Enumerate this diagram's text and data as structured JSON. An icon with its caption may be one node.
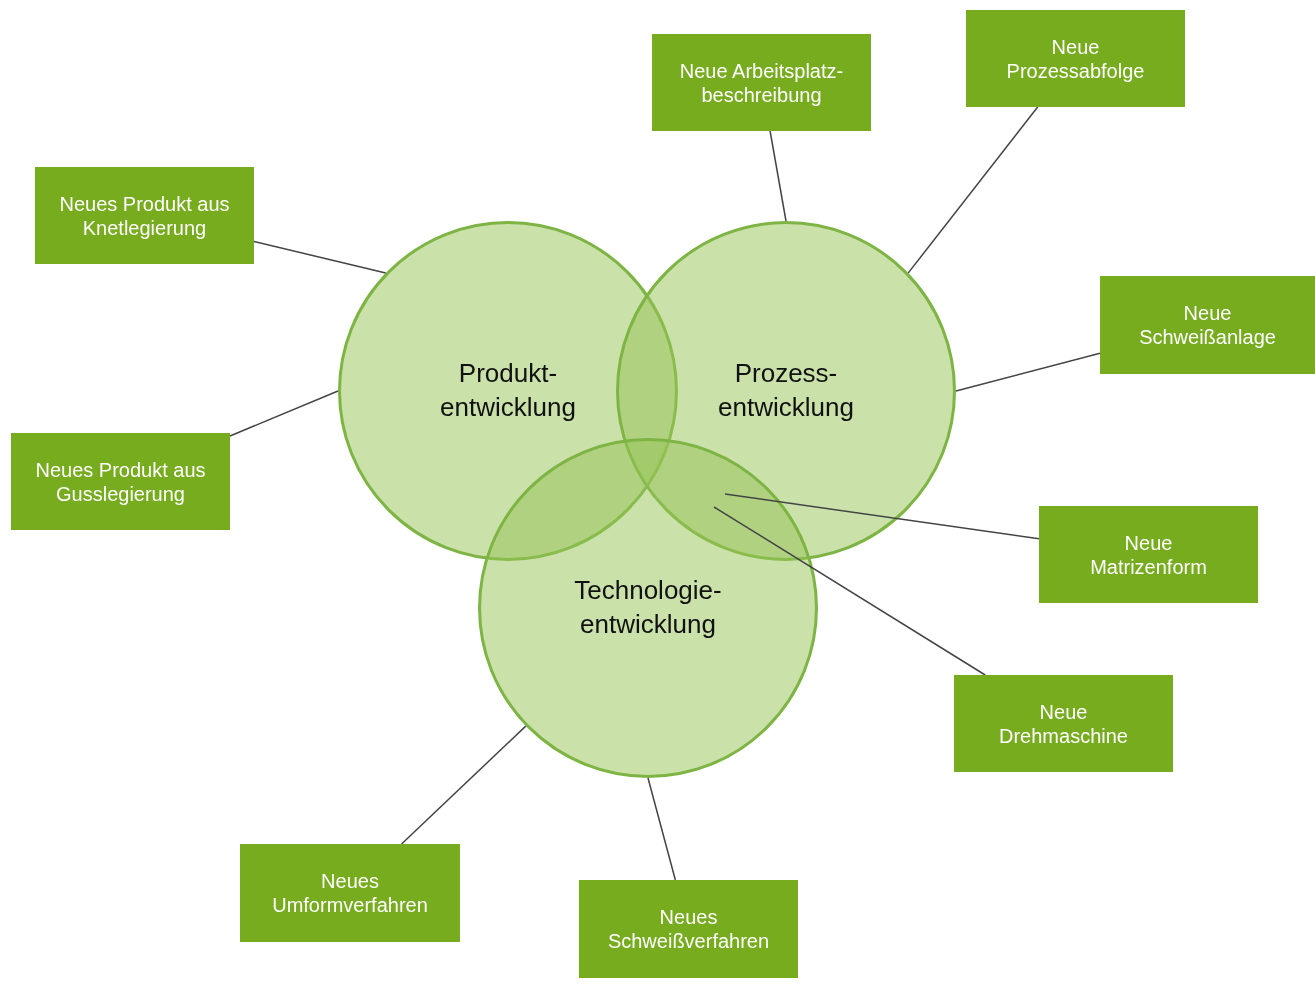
{
  "diagram": {
    "nodes": [
      {
        "text": [
          "Produkt- entwicklung"
        ]
      },
      {
        "text": [
          "Prozess- entwicklung"
        ]
      },
      {
        "text": [
          "Technologie- entwicklung"
        ]
      },
      {
        "text": [
          "Neue Arbeitsplatz- beschreibung"
        ]
      },
      {
        "text": [
          "Neue Prozessabfolge"
        ]
      },
      {
        "text": [
          "Neues Produkt aus Knetlegierung"
        ]
      },
      {
        "text": [
          "Neue Schweißanlage"
        ]
      },
      {
        "text": [
          "Neues Produkt aus Gusslegierung"
        ]
      },
      {
        "text": [
          "Neue Matrizenform"
        ]
      },
      {
        "text": [
          "Neue Drehmaschine"
        ]
      },
      {
        "text": [
          "Neues Umformverfahren"
        ]
      },
      {
        "text": [
          "Neues Schweißverfahren"
        ]
      }
    ],
    "edges": [
      {
        "from": 5,
        "to": 0,
        "arrow": "none"
      },
      {
        "from": 7,
        "to": 0,
        "arrow": "none"
      },
      {
        "from": 3,
        "to": 1,
        "arrow": "none"
      },
      {
        "from": 4,
        "to": 1,
        "arrow": "none"
      },
      {
        "from": 6,
        "to": 1,
        "arrow": "none"
      },
      {
        "from": 8,
        "to": 1,
        "arrow": "none"
      },
      {
        "from": 9,
        "to": 1,
        "arrow": "none"
      },
      {
        "from": 10,
        "to": 2,
        "arrow": "none"
      },
      {
        "from": 11,
        "to": 2,
        "arrow": "none"
      }
    ]
  }
}
